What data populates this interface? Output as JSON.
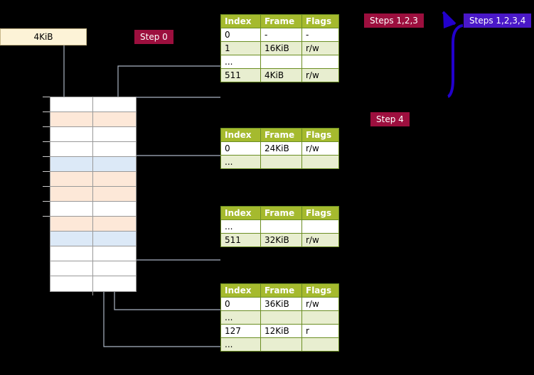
{
  "labels": {
    "kib_box": "4KiB",
    "step0": "Step 0",
    "step123": "Steps 1,2,3",
    "step1234": "Steps 1,2,3,4",
    "step4": "Step 4"
  },
  "colors": {
    "background": "#000000",
    "table_header": "#a5ba2e",
    "table_border": "#6b8e23",
    "row_alt": "#e8eed0",
    "step_red": "#9c0f3e",
    "step_purple": "#4a18c8",
    "kib_box_fill": "#fdf3d7",
    "mem_peach": "#fde8d8",
    "mem_blue": "#dce9f7",
    "arrow_blue": "#2200cc",
    "wire_gray": "#aab4c2"
  },
  "tables": [
    {
      "name": "page-table-1",
      "headers": [
        "Index",
        "Frame",
        "Flags"
      ],
      "rows": [
        [
          "0",
          "-",
          "-"
        ],
        [
          "1",
          "16KiB",
          "r/w"
        ],
        [
          "...",
          "",
          ""
        ],
        [
          "511",
          "4KiB",
          "r/w"
        ]
      ]
    },
    {
      "name": "page-table-2",
      "headers": [
        "Index",
        "Frame",
        "Flags"
      ],
      "rows": [
        [
          "0",
          "24KiB",
          "r/w"
        ],
        [
          "...",
          "",
          ""
        ]
      ]
    },
    {
      "name": "page-table-3",
      "headers": [
        "Index",
        "Frame",
        "Flags"
      ],
      "rows": [
        [
          "...",
          "",
          ""
        ],
        [
          "511",
          "32KiB",
          "r/w"
        ]
      ]
    },
    {
      "name": "page-table-4",
      "headers": [
        "Index",
        "Frame",
        "Flags"
      ],
      "rows": [
        [
          "0",
          "36KiB",
          "r/w"
        ],
        [
          "...",
          "",
          ""
        ],
        [
          "127",
          "12KiB",
          "r"
        ],
        [
          "...",
          "",
          ""
        ]
      ]
    }
  ],
  "memory_column": {
    "name": "physical-memory-column",
    "cells": [
      "white",
      "peach",
      "white",
      "white",
      "blue",
      "peach",
      "peach",
      "white",
      "peach",
      "blue",
      "white",
      "white",
      "white"
    ]
  }
}
